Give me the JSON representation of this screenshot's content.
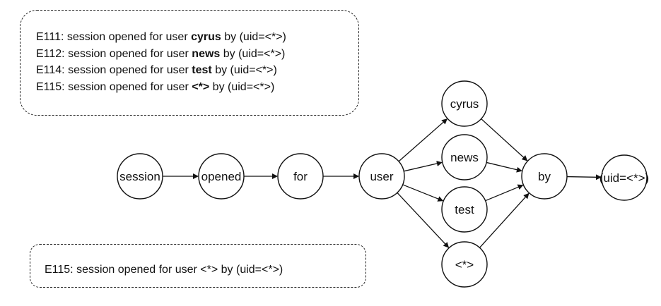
{
  "templates_box": {
    "lines": [
      {
        "id": "E111",
        "prefix": "E111: session opened for user ",
        "token": "cyrus",
        "suffix": " by (uid=<*>)"
      },
      {
        "id": "E112",
        "prefix": "E112: session opened for user ",
        "token": "news",
        "suffix": " by (uid=<*>)"
      },
      {
        "id": "E114",
        "prefix": "E114: session opened for user ",
        "token": "test",
        "suffix": " by (uid=<*>)"
      },
      {
        "id": "E115",
        "prefix": "E115: session opened for user ",
        "token": "<*>",
        "suffix": " by (uid=<*>)"
      }
    ]
  },
  "merged_box": {
    "text": "E115: session opened for user <*> by (uid=<*>)"
  },
  "graph": {
    "nodes": {
      "session": "session",
      "opened": "opened",
      "for": "for",
      "user": "user",
      "cyrus": "cyrus",
      "news": "news",
      "test": "test",
      "wild": "<*>",
      "by": "by",
      "uid": "(uid=<*>)"
    },
    "edges": [
      [
        "session",
        "opened"
      ],
      [
        "opened",
        "for"
      ],
      [
        "for",
        "user"
      ],
      [
        "user",
        "cyrus"
      ],
      [
        "user",
        "news"
      ],
      [
        "user",
        "test"
      ],
      [
        "user",
        "wild"
      ],
      [
        "cyrus",
        "by"
      ],
      [
        "news",
        "by"
      ],
      [
        "test",
        "by"
      ],
      [
        "wild",
        "by"
      ],
      [
        "by",
        "uid"
      ]
    ]
  }
}
